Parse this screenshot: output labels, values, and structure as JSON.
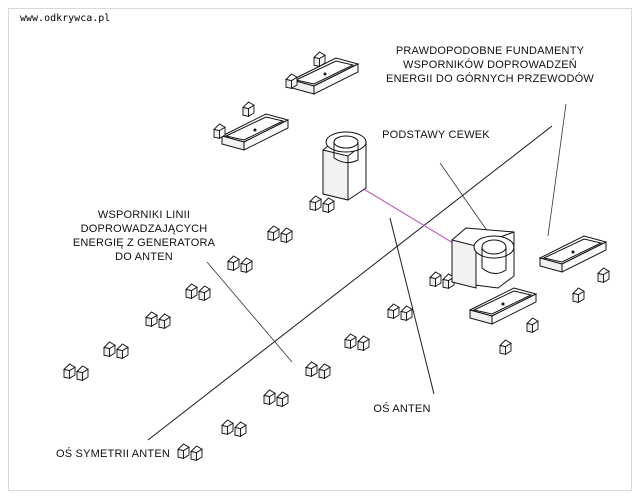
{
  "watermark": "www.odkrywca.pl",
  "labels": {
    "foundations": [
      "PRAWDOPODOBNE FUNDAMENTY",
      "WSPORNIKÓW DOPROWADZEŃ",
      "ENERGII DO GÓRNYCH PRZEWODÓW"
    ],
    "coil_bases": "PODSTAWY CEWEK",
    "supports": [
      "WSPORNIKI LINII",
      "DOPROWADZAJĄCYCH",
      "ENERGIĘ Z GENERATORA",
      "DO ANTEN"
    ],
    "antenna_axis": "OŚ ANTEN",
    "symmetry_axis": "OŚ SYMETRII ANTEN"
  },
  "colors": {
    "ink": "#111111",
    "cable": "#c060c0"
  }
}
